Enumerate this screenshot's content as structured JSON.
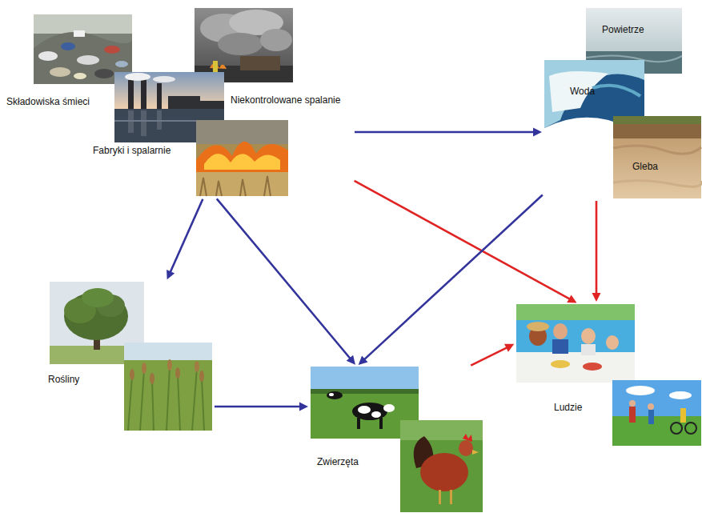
{
  "diagram": {
    "nodes": [
      {
        "text": [
          "Składowiska śmieci",
          "Niekontrolowane spalanie",
          "Fabryki i spalarnie"
        ]
      },
      {
        "text": [
          "Powietrze",
          "Woda",
          "Gleba"
        ]
      },
      {
        "text": [
          "Rośliny"
        ]
      },
      {
        "text": [
          "Zwierzęta"
        ]
      },
      {
        "text": [
          "Ludzie"
        ]
      }
    ],
    "edges": [
      {
        "from": 0,
        "to": 1,
        "arrow": "to"
      },
      {
        "from": 0,
        "to": 4,
        "arrow": "to"
      },
      {
        "from": 0,
        "to": 2,
        "arrow": "to"
      },
      {
        "from": 0,
        "to": 3,
        "arrow": "to"
      },
      {
        "from": 1,
        "to": 3,
        "arrow": "to"
      },
      {
        "from": 1,
        "to": 4,
        "arrow": "to"
      },
      {
        "from": 2,
        "to": 3,
        "arrow": "to"
      },
      {
        "from": 3,
        "to": 4,
        "arrow": "to"
      }
    ]
  }
}
